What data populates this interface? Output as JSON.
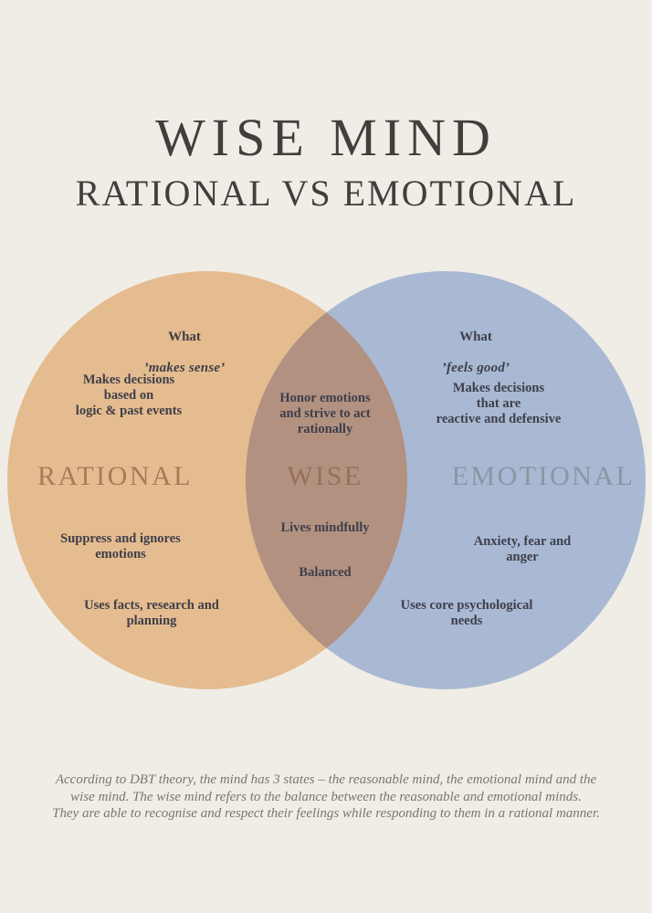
{
  "header": {
    "title": "WISE MIND",
    "subtitle": "RATIONAL VS EMOTIONAL"
  },
  "venn": {
    "colors": {
      "background": "#f0ede6",
      "rational_circle": "#e5bc8f",
      "emotional_circle": "#a9b9d3",
      "overlap": "#b29180",
      "rational_label": "#a57c5b",
      "wise_label": "#97705a",
      "emotional_label": "#8b95a3",
      "body_text": "#3e3e4a",
      "title_text": "#403f3c",
      "footer_text": "#787670"
    },
    "rational": {
      "label": "RATIONAL",
      "what": "What",
      "what_quote": "’makes sense’",
      "decisions": "Makes decisions\nbased on\nlogic & past events",
      "suppress": "Suppress and ignores\nemotions",
      "facts": "Uses facts, research and\nplanning"
    },
    "wise": {
      "label": "WISE",
      "honor": "Honor emotions\nand strive to act\nrationally",
      "mindfully": "Lives mindfully",
      "balanced": "Balanced"
    },
    "emotional": {
      "label": "EMOTIONAL",
      "what": "What",
      "what_quote": "’feels good’",
      "decisions": "Makes decisions\nthat are\nreactive and defensive",
      "anxiety": "Anxiety, fear and anger",
      "needs": "Uses core psychological\nneeds"
    }
  },
  "footer": {
    "lines": [
      "According to DBT theory, the mind has 3 states – the reasonable mind, the emotional mind and the",
      "wise mind. The wise mind refers to the balance between the reasonable and emotional minds.",
      "They are able to recognise and respect their feelings while responding to them in a rational manner."
    ]
  }
}
